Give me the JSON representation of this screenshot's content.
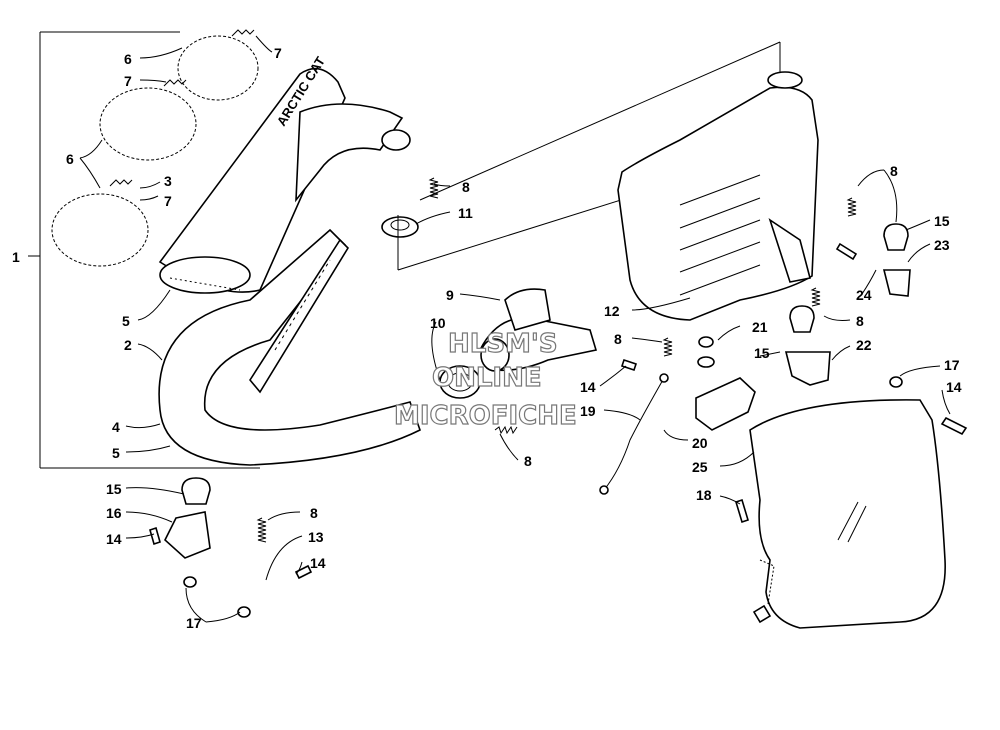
{
  "watermark": {
    "line1": "HLSM'S",
    "line2": "ONLINE",
    "line3": "MICROFICHE"
  },
  "muffler_logo": "ARCTIC CAT",
  "callouts": {
    "c1": "1",
    "c2": "2",
    "c3": "3",
    "c4": "4",
    "c5a": "5",
    "c5b": "5",
    "c6a": "6",
    "c6b": "6",
    "c7a": "7",
    "c7b": "7",
    "c7c": "7",
    "c8a": "8",
    "c8b": "8",
    "c8c": "8",
    "c8d": "8",
    "c8e": "8",
    "c8f": "8",
    "c9": "9",
    "c10": "10",
    "c11": "11",
    "c12": "12",
    "c13": "13",
    "c14a": "14",
    "c14b": "14",
    "c14c": "14",
    "c14d": "14",
    "c15a": "15",
    "c15b": "15",
    "c15c": "15",
    "c16": "16",
    "c17a": "17",
    "c17b": "17",
    "c18": "18",
    "c19": "19",
    "c20": "20",
    "c21": "21",
    "c22": "22",
    "c23": "23",
    "c24": "24",
    "c25": "25"
  }
}
